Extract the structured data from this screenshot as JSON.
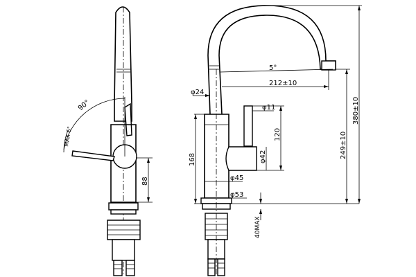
{
  "dimensions": {
    "angle_90": "90°",
    "max_angle": "MAX 6°",
    "height_88": "88",
    "spout_angle": "5°",
    "reach_212": "212±10",
    "dia_24": "φ24",
    "dia_11": "φ11",
    "height_120": "120",
    "dia_42": "φ42",
    "height_168": "168",
    "dia_45": "φ45",
    "dia_53": "φ53",
    "height_249": "249±10",
    "height_380": "380±10",
    "max_40": "40MAX"
  }
}
